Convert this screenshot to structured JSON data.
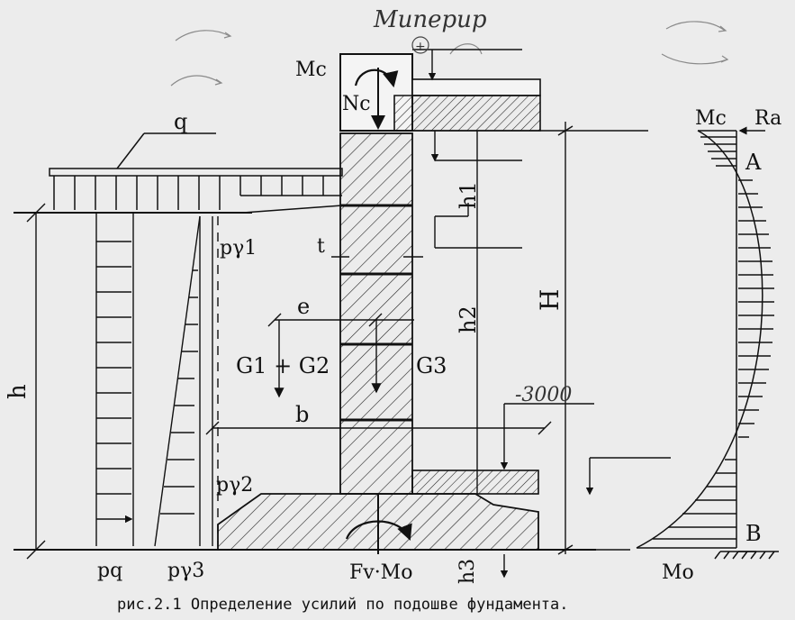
{
  "caption": "рис.2.1   Определение усилий по подошве фундамента.",
  "handwritten": {
    "top_note": "Миперир",
    "dimension_note": "-3000",
    "plus_mark": "+"
  },
  "labels": {
    "Mc_top": "Mc",
    "Nc": "Nc",
    "q": "q",
    "h": "h",
    "h1": "h1",
    "h2": "h2",
    "h3": "h3",
    "H": "H",
    "p_gamma1": "pγ1",
    "p_gamma2": "pγ2",
    "p_gamma3": "pγ3",
    "p_q": "pq",
    "t": "t",
    "e": "e",
    "b": "b",
    "G1_G2": "G1 + G2",
    "G3": "G3",
    "Fv_Mo": "Fv·Mo",
    "Mc_right": "Mc",
    "Ra": "Ra",
    "A": "A",
    "B": "B",
    "Mo_right": "Mo"
  },
  "colors": {
    "paper": "#ececec",
    "ink": "#111111",
    "pencil": "#7a7a7a"
  }
}
